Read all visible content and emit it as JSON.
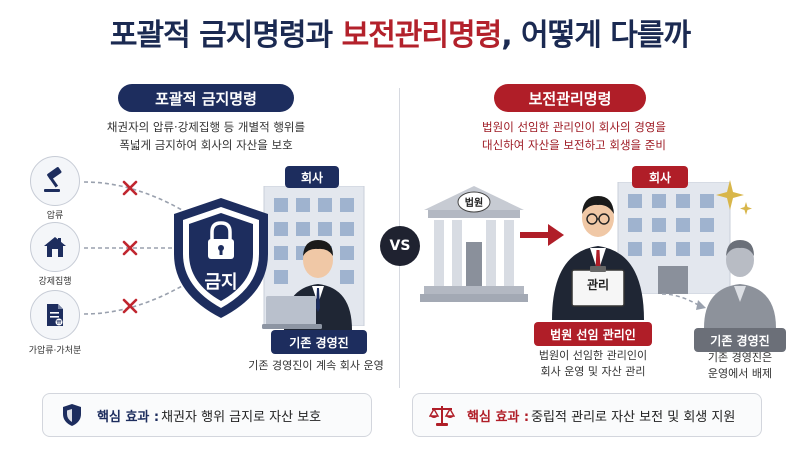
{
  "title": {
    "part1": "포괄적 금지명령과 ",
    "part2": "보전관리명령",
    "part3": ", 어떻게 다를까"
  },
  "left": {
    "heading": "포괄적 금지명령",
    "desc_line1": "채권자의 압류·강제집행 등 개별적 행위를",
    "desc_line2": "폭넓게 금지하여 회사의 자산을 보호",
    "icons": [
      {
        "label": "압류",
        "icon": "gavel-icon"
      },
      {
        "label": "강제집행",
        "icon": "house-icon"
      },
      {
        "label": "가압류·가처분",
        "icon": "document-icon"
      }
    ],
    "shield_text": "금지",
    "company_label": "회사",
    "manager_badge": "기존 경영진",
    "manager_desc": "기존 경영진이 계속 회사 운영",
    "effect_label": "핵심 효과 :",
    "effect_text": "채권자 행위 금지로 자산 보호"
  },
  "vs_label": "VS",
  "right": {
    "heading": "보전관리명령",
    "desc_line1": "법원이 선임한 관리인이 회사의 경영을",
    "desc_line2": "대신하여 자산을 보전하고 회생을 준비",
    "court_label": "법원",
    "company_label": "회사",
    "sign_text": "관리",
    "appointee_badge": "법원 선임 관리인",
    "appointee_desc_line1": "법원이 선임한 관리인이",
    "appointee_desc_line2": "회사 운영 및 자산 관리",
    "old_badge": "기존 경영진",
    "old_desc_line1": "기존 경영진은",
    "old_desc_line2": "운영에서 배제",
    "effect_label": "핵심 효과 :",
    "effect_text": "중립적 관리로 자산 보전 및 회생 지원"
  },
  "colors": {
    "navy": "#1d2d5e",
    "red": "#b01e28",
    "cross": "#c0262f"
  }
}
